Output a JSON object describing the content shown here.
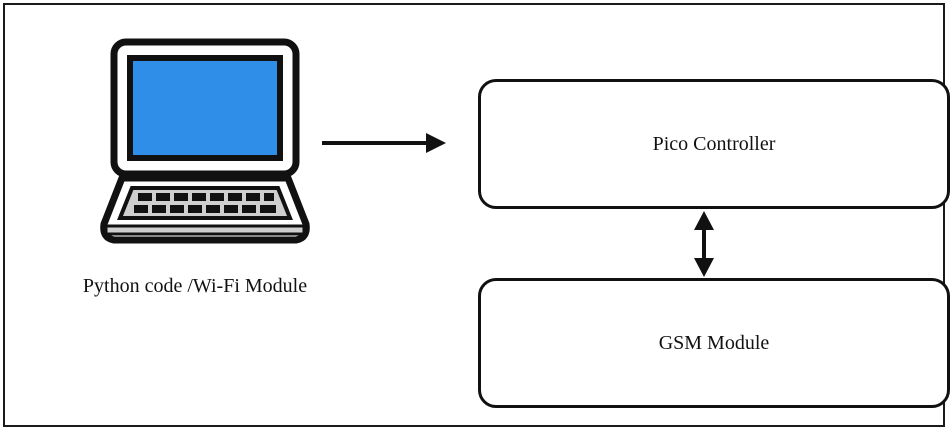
{
  "diagram": {
    "nodes": [
      {
        "id": "laptop",
        "label": "Python code /Wi-Fi Module",
        "icon": "laptop-icon"
      },
      {
        "id": "pico",
        "label": "Pico Controller"
      },
      {
        "id": "gsm",
        "label": "GSM Module"
      }
    ],
    "edges": [
      {
        "from": "laptop",
        "to": "pico",
        "direction": "one-way"
      },
      {
        "from": "pico",
        "to": "gsm",
        "direction": "two-way"
      }
    ]
  },
  "colors": {
    "screen": "#2f8fe8",
    "keyboard": "#cfcfcf",
    "outline": "#111111"
  }
}
